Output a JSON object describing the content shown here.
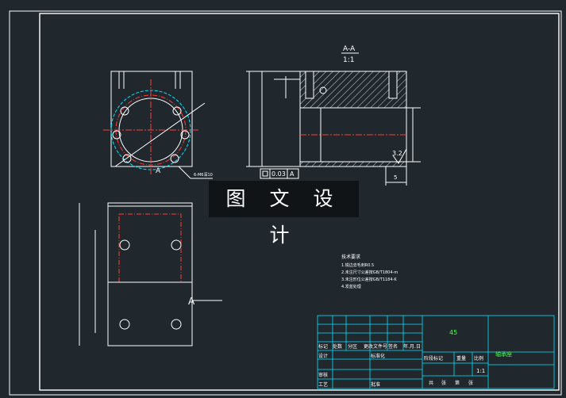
{
  "section_label": "A-A",
  "section_scale": "1:1",
  "hole_callout": "6-M6深10",
  "flatness": {
    "value": "0.03",
    "datum": "A"
  },
  "roughness": "3.2",
  "dim_right": "5",
  "view_marker": "A",
  "cut_marker_a": "A",
  "watermark": "图 文 设 计",
  "tech_title": "技术要求",
  "tech_lines": [
    "1.锐边去毛刺R0.5",
    "2.未注尺寸公差按GB/T1804-m",
    "3.未注形位公差按GB/T1184-K",
    "4.发蓝处理"
  ],
  "title_block": {
    "material": "45",
    "part_name": "轴承座",
    "scale": "1:1",
    "row_headers": [
      "标记",
      "处数",
      "分区",
      "更改文件号",
      "签名",
      "年.月.日"
    ],
    "left_labels": [
      "设计",
      "审核",
      "工艺"
    ],
    "std": "标准化",
    "batch": "批准",
    "stage_headers": [
      "阶段标记",
      "重量",
      "比例"
    ],
    "sheet": [
      "共",
      "张",
      "第",
      "张"
    ]
  }
}
